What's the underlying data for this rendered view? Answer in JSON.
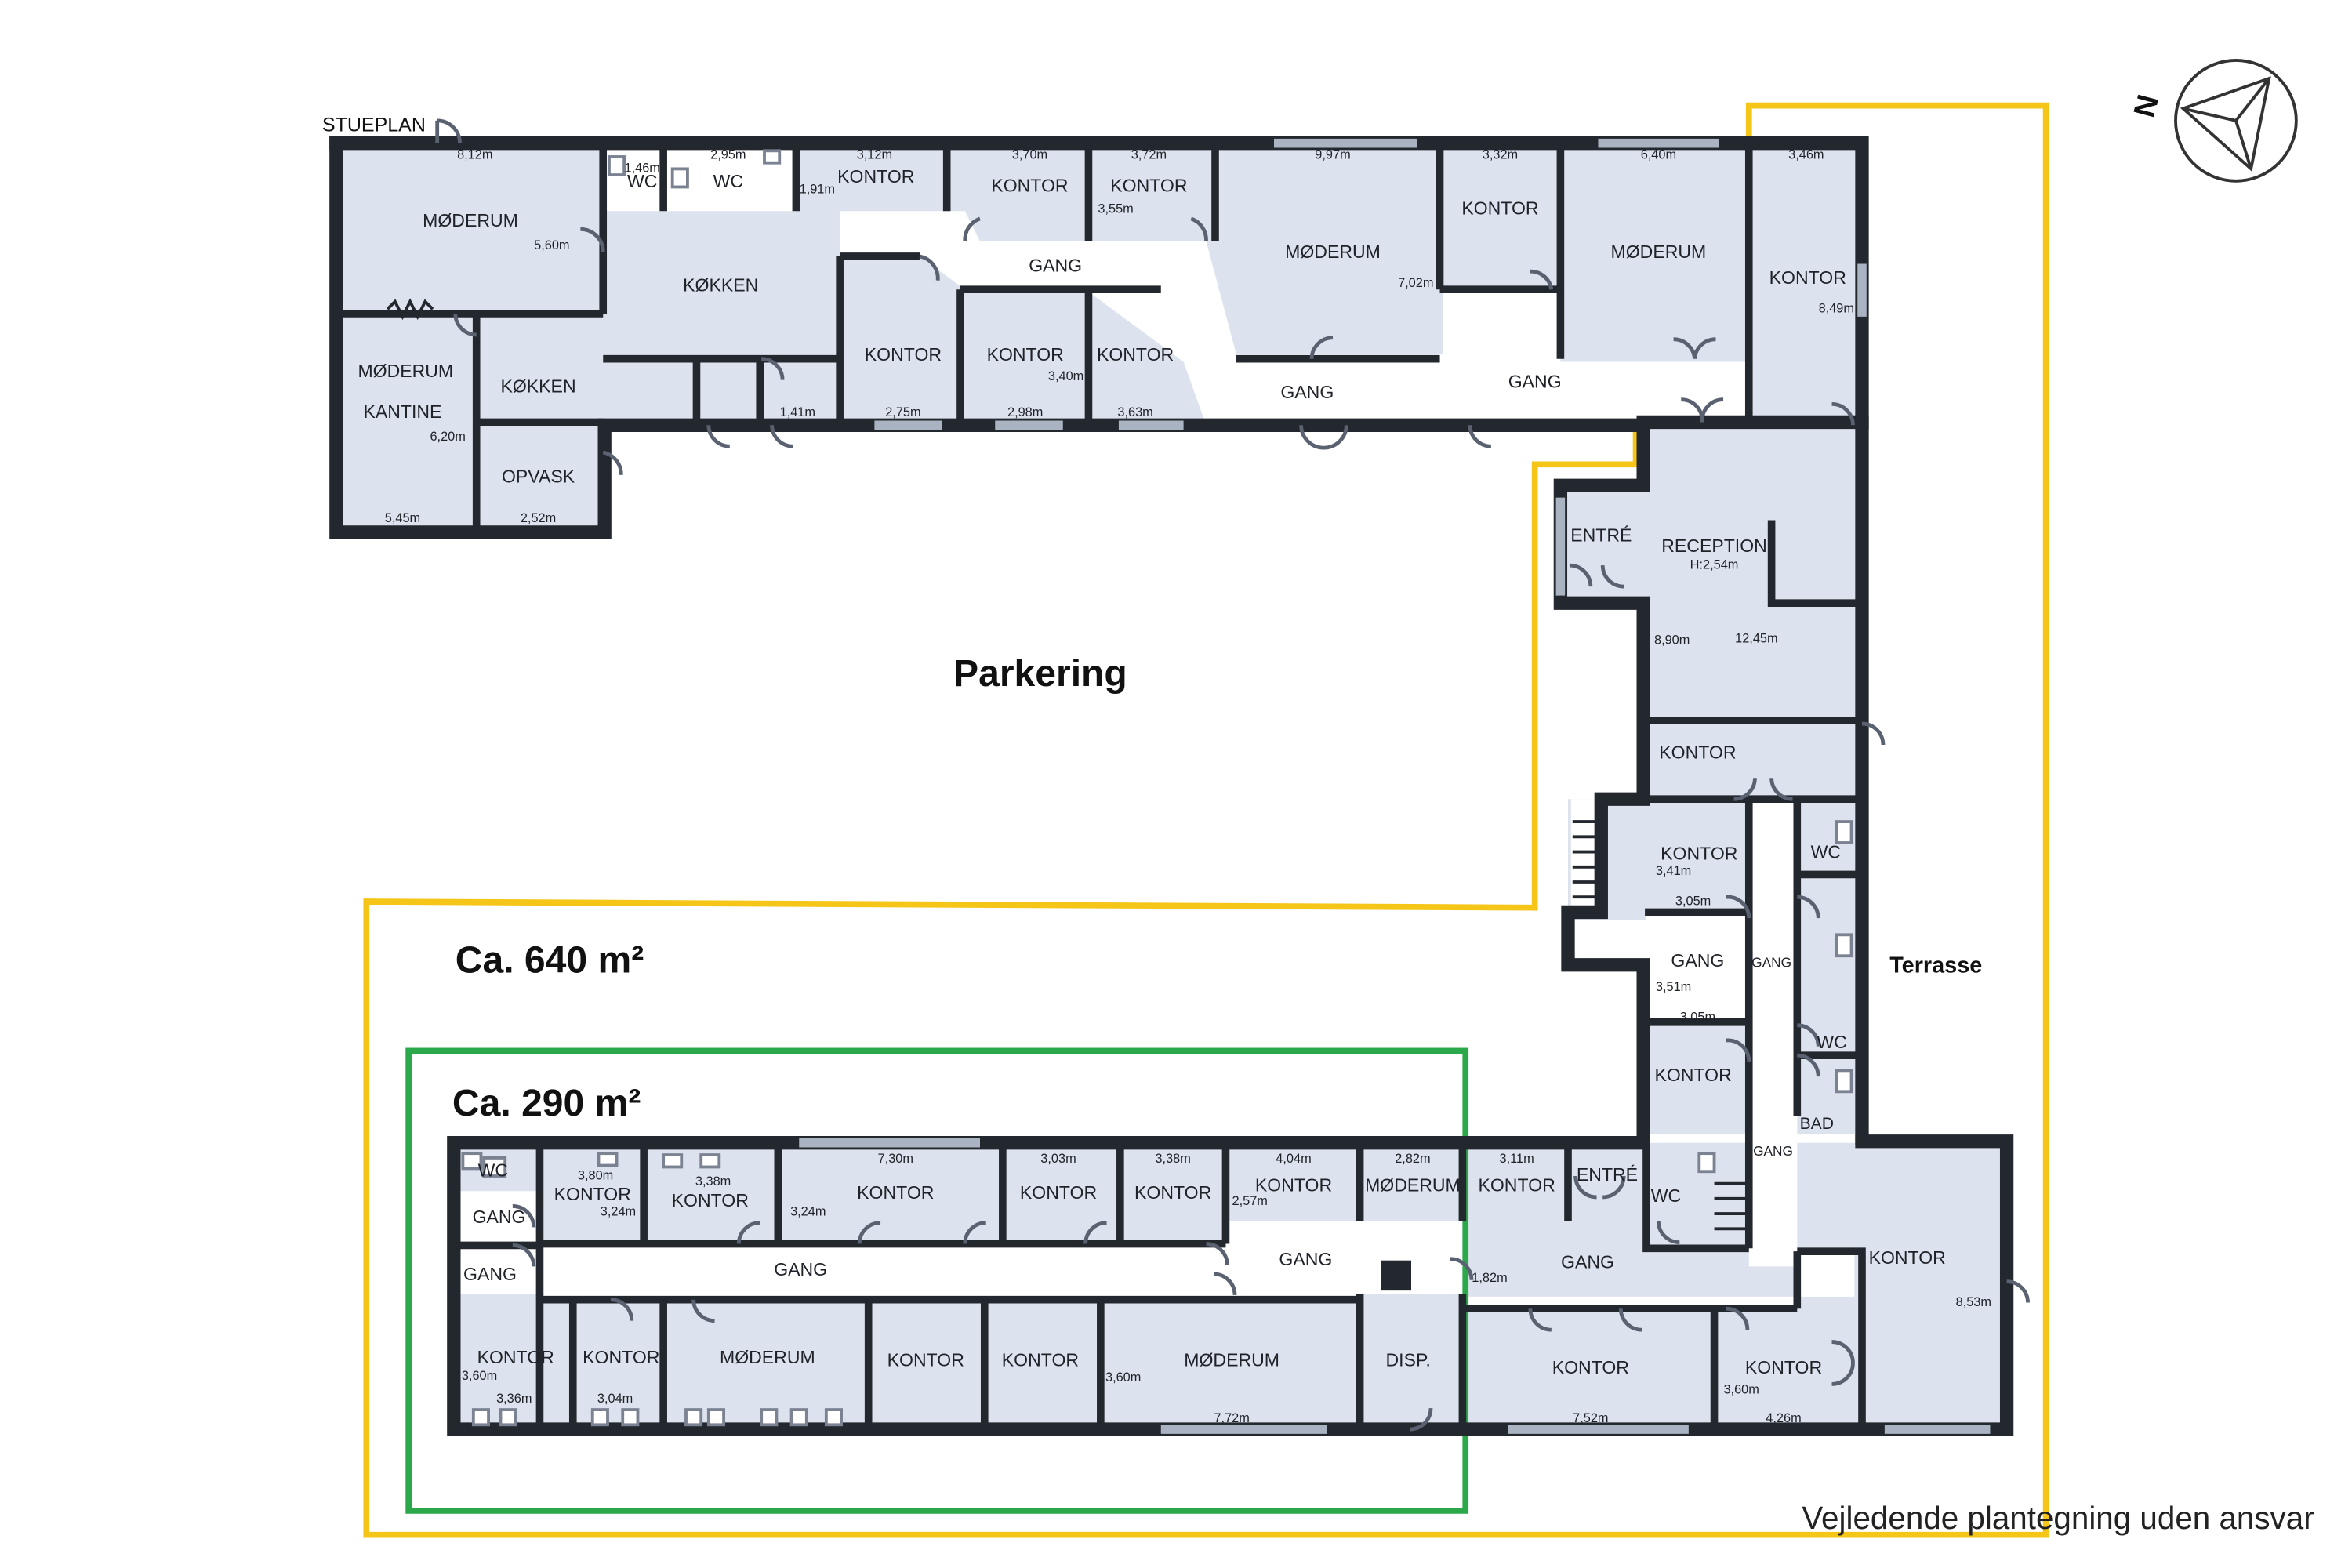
{
  "plan_title": "STUEPLAN",
  "compass": {
    "label": "N"
  },
  "outdoor": {
    "parking": "Parkering",
    "terrace": "Terrasse"
  },
  "areas": {
    "yellow": "Ca. 640 m²",
    "green": "Ca. 290 m²"
  },
  "disclaimer": "Vejledende plantegning uden ansvar",
  "colors": {
    "yellow_outline": "#f5c518",
    "green_outline": "#2ba84a",
    "room_fill": "#dde3ee",
    "wall": "#23272e"
  },
  "labels": {
    "moederum_1": "MØDERUM",
    "moederum_2": "MØDERUM",
    "kantine": "KANTINE",
    "wc_1": "WC",
    "wc_2": "WC",
    "koekken_1": "KØKKEN",
    "koekken_2": "KØKKEN",
    "opvask": "OPVASK",
    "kontor_t1": "KONTOR",
    "kontor_t2": "KONTOR",
    "kontor_t3": "KONTOR",
    "kontor_t4": "KONTOR",
    "kontor_t5": "KONTOR",
    "kontor_t6": "KONTOR",
    "gang_t1": "GANG",
    "gang_t2": "GANG",
    "gang_t3": "GANG",
    "moederum_t1": "MØDERUM",
    "kontor_t7": "KONTOR",
    "moederum_t2": "MØDERUM",
    "kontor_t8": "KONTOR",
    "entre_1": "ENTRÉ",
    "reception": "RECEPTION",
    "reception_h": "H:2,54m",
    "kontor_r1": "KONTOR",
    "kontor_r2": "KONTOR",
    "gang_r1": "GANG",
    "gang_r2": "GANG",
    "kontor_r3": "KONTOR",
    "wc_r1": "WC",
    "wc_r2": "WC",
    "bad": "BAD",
    "gang_r3": "GANG",
    "kontor_r4": "KONTOR",
    "wc_b1": "WC",
    "kontor_b1": "KONTOR",
    "kontor_b2": "KONTOR",
    "kontor_b3": "KONTOR",
    "kontor_b4": "KONTOR",
    "kontor_b5": "KONTOR",
    "kontor_b6": "KONTOR",
    "moederum_b1": "MØDERUM",
    "kontor_b7": "KONTOR",
    "entre_2": "ENTRÉ",
    "wc_b2": "WC",
    "gang_b1": "GANG",
    "gang_b2": "GANG",
    "gang_b3": "GANG",
    "gang_b4": "GANG",
    "gang_b5": "GANG",
    "kontor_b8": "KONTOR",
    "kontor_b9": "KONTOR",
    "moederum_b2": "MØDERUM",
    "kontor_b10": "KONTOR",
    "kontor_b11": "KONTOR",
    "moederum_b3": "MØDERUM",
    "disp": "DISP.",
    "kontor_b12": "KONTOR",
    "kontor_b13": "KONTOR"
  },
  "dims": {
    "d1": "8,12m",
    "d2": "1,46m",
    "d3": "2,95m",
    "d4": "3,12m",
    "d5": "1,91m",
    "d6": "3,70m",
    "d7": "3,72m",
    "d8": "3,55m",
    "d9": "9,97m",
    "d10": "3,32m",
    "d11": "6,40m",
    "d12": "3,46m",
    "d13": "5,60m",
    "d14": "7,02m",
    "d15": "8,49m",
    "d16": "6,20m",
    "d17": "1,41m",
    "d18": "2,75m",
    "d19": "3,40m",
    "d20": "2,98m",
    "d21": "3,63m",
    "d22": "5,45m",
    "d23": "2,52m",
    "d24": "8,90m",
    "d25": "12,45m",
    "d26": "3,41m",
    "d27": "3,05m",
    "d28": "3,51m",
    "d29": "3,05m",
    "d30": "3,80m",
    "d31": "3,24m",
    "d32": "3,38m",
    "d33": "3,24m",
    "d34": "7,30m",
    "d35": "3,03m",
    "d36": "3,38m",
    "d37": "4,04m",
    "d38": "2,57m",
    "d39": "2,82m",
    "d40": "3,11m",
    "d41": "1,82m",
    "d42": "8,53m",
    "d43": "3,60m",
    "d44": "3,36m",
    "d45": "3,04m",
    "d46": "3,60m",
    "d47": "7,72m",
    "d48": "7,52m",
    "d49": "3,60m",
    "d50": "4,26m"
  }
}
